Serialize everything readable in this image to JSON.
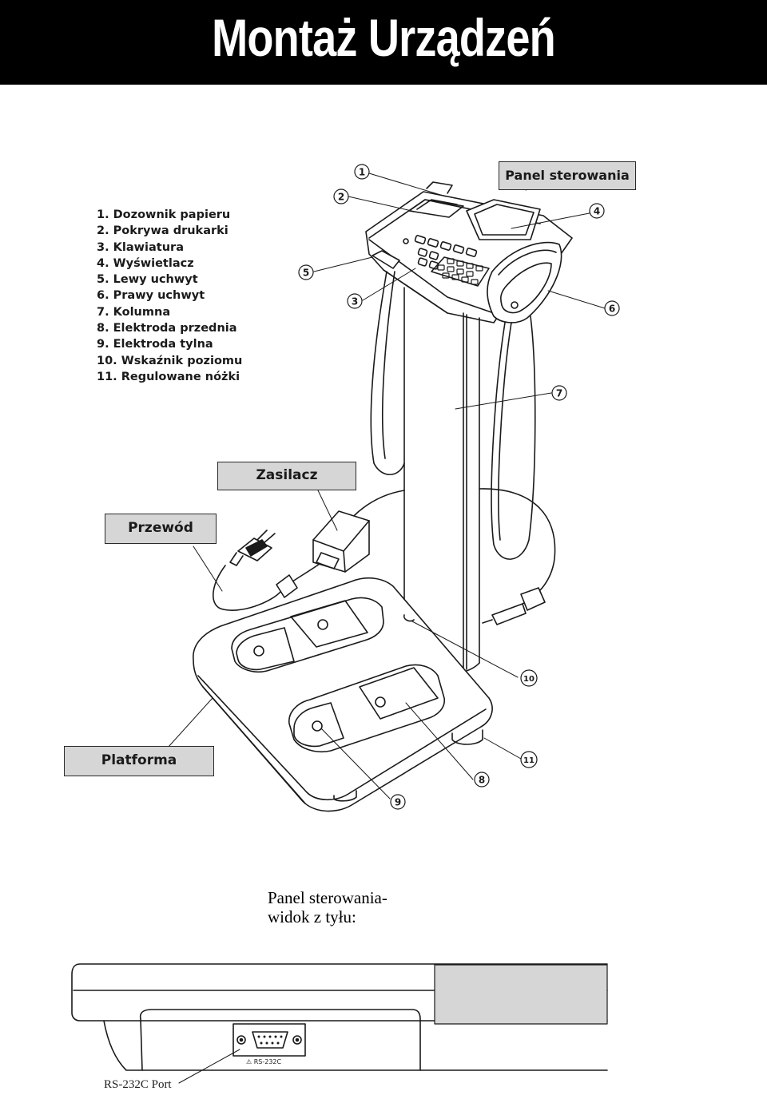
{
  "header": {
    "title": "Montaż Urządzeń"
  },
  "legend": {
    "items": [
      "1. Dozownik papieru",
      "2. Pokrywa drukarki",
      "3. Klawiatura",
      "4. Wyświetlacz",
      "5. Lewy uchwyt",
      "6. Prawy uchwyt",
      "7. Kolumna",
      "8. Elektroda przednia",
      "9. Elektroda tylna",
      "10. Wskaźnik poziomu",
      "11. Regulowane nóżki"
    ]
  },
  "labels": {
    "panel": "Panel sterowania",
    "zasilacz": "Zasilacz",
    "przewod": "Przewód",
    "platforma": "Platforma"
  },
  "callouts": [
    "1",
    "2",
    "3",
    "4",
    "5",
    "6",
    "7",
    "8",
    "9",
    "10",
    "11"
  ],
  "caption": {
    "line1": "Panel sterowania-",
    "line2": "widok z tyłu:"
  },
  "rear_view": {
    "port_label": "RS-232C Port",
    "port_mark": "⚠ RS-232C"
  },
  "colors": {
    "header_bg": "#000000",
    "label_box_bg": "#d6d6d6",
    "line": "#1a1a1a"
  }
}
